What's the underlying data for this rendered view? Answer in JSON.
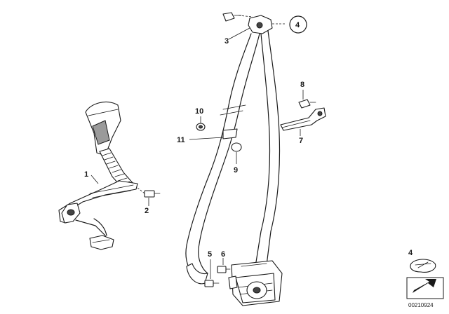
{
  "callouts": {
    "1": "1",
    "2": "2",
    "3": "3",
    "4_circled": "4",
    "5": "5",
    "6": "6",
    "7": "7",
    "8": "8",
    "9": "9",
    "10": "10",
    "11": "11",
    "4_legend": "4"
  },
  "diagram_code": "00210924"
}
